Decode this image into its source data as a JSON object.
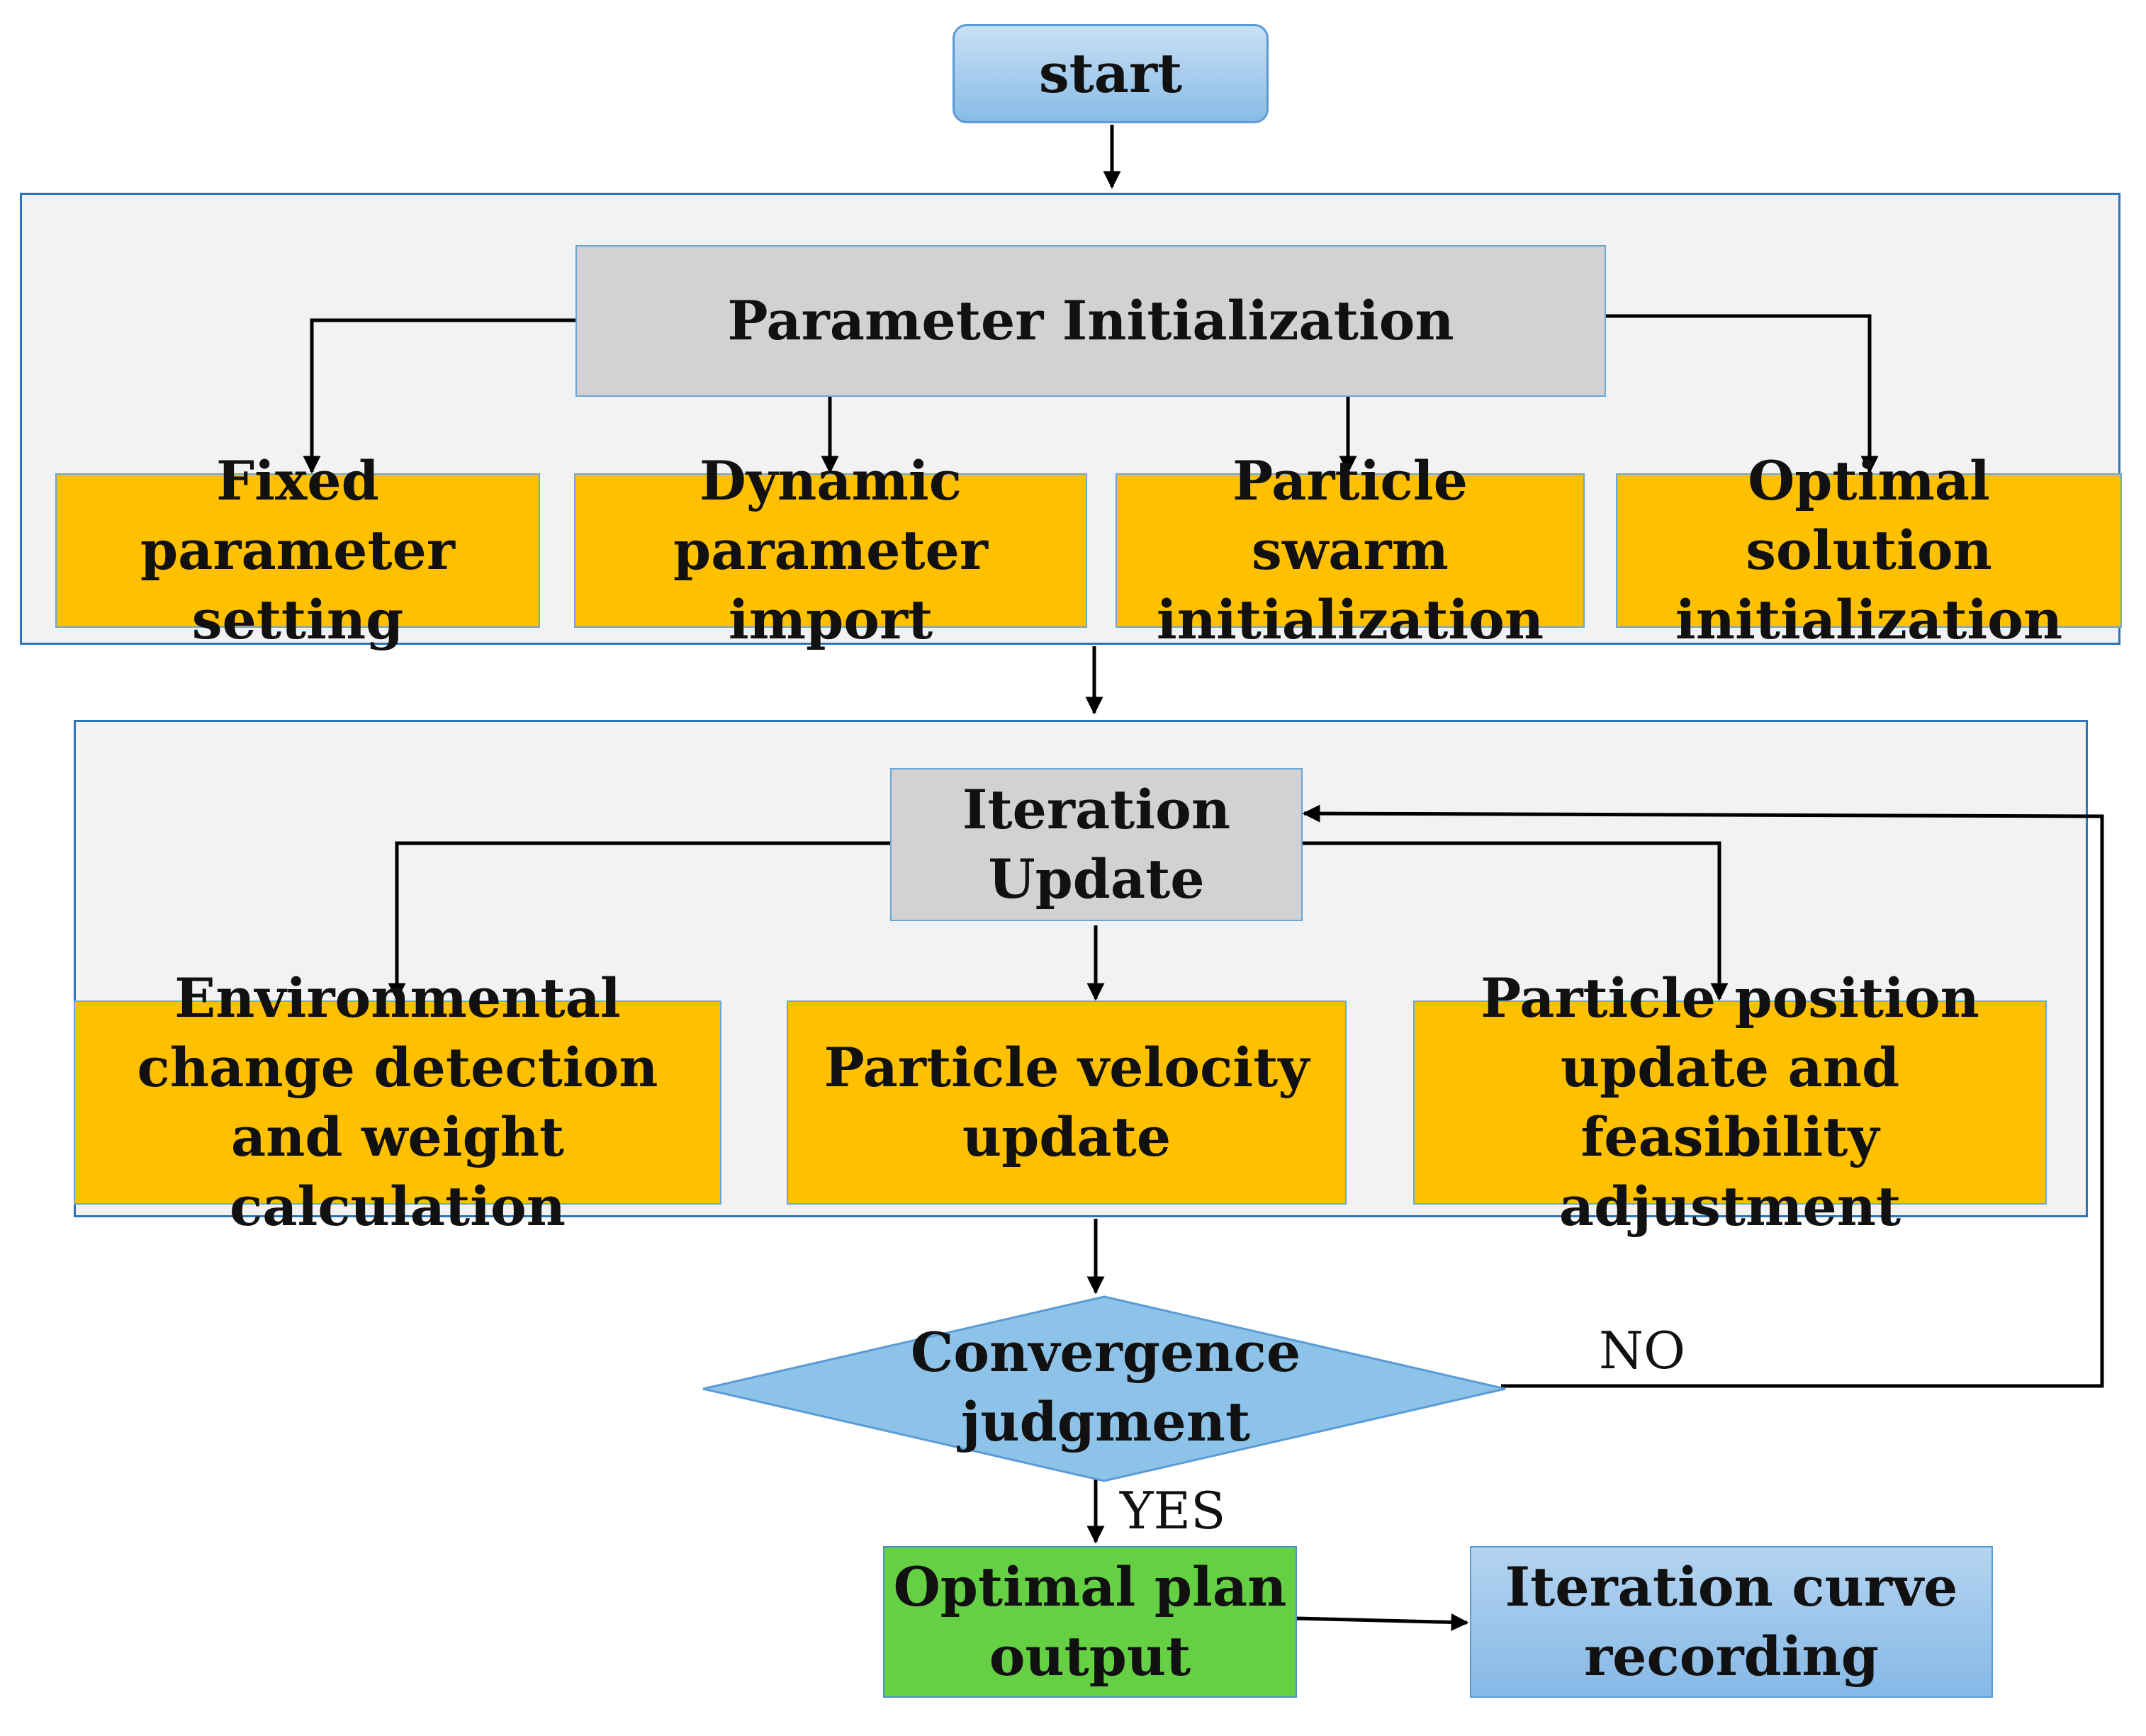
{
  "nodes": {
    "start": "start",
    "param_init": "Parameter Initialization",
    "fixed_param": "Fixed parameter setting",
    "dynamic_param": "Dynamic parameter import",
    "swarm_init": "Particle swarm initialization",
    "optimal_init": "Optimal solution initialization",
    "iter_update": "Iteration Update",
    "env_change": "Environmental change detection and weight calculation",
    "velocity": "Particle velocity update",
    "position": "Particle position update and feasibility adjustment",
    "convergence": "Convergence judgment",
    "plan_output": "Optimal plan output",
    "curve_record": "Iteration curve recording"
  },
  "edges": {
    "no_label": "NO",
    "yes_label": "YES"
  },
  "colors": {
    "group_border": "#2e75b6",
    "group_fill": "#f2f2f2",
    "task_fill": "#ffc000",
    "header_fill": "#d3d1d1",
    "decision_fill": "#8ec3e9",
    "output_fill": "#66d045",
    "arrow": "#000000"
  }
}
